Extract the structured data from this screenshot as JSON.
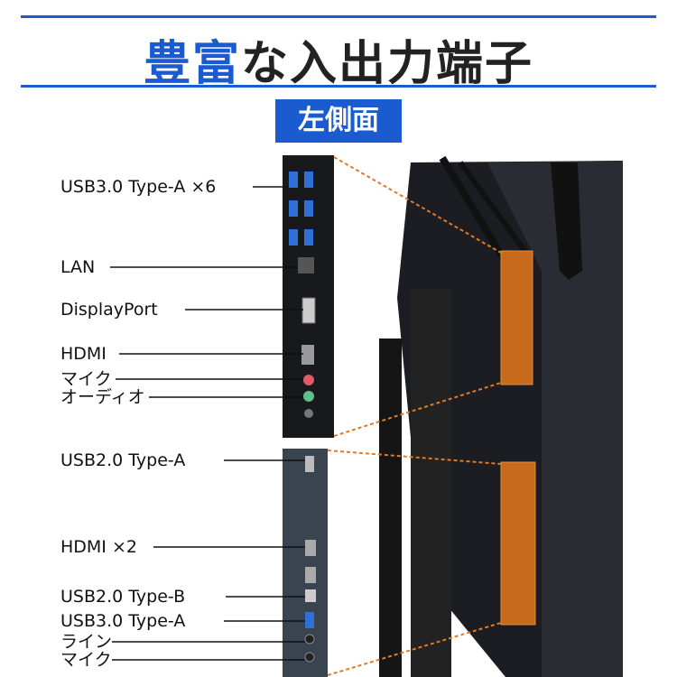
{
  "title": {
    "highlight": "豊富",
    "rest": "な入出力端子"
  },
  "section": "左側面",
  "labels_top": [
    "USB3.0 Type-A ×6",
    "LAN",
    "DisplayPort",
    "HDMI",
    "マイク",
    "オーディオ"
  ],
  "labels_bottom": [
    "USB2.0 Type-A",
    "HDMI ×2",
    "USB2.0 Type-B",
    "USB3.0 Type-A",
    "ライン",
    "マイク"
  ],
  "colors": {
    "accent": "#1a5bd0",
    "highlight": "#d9731c"
  }
}
